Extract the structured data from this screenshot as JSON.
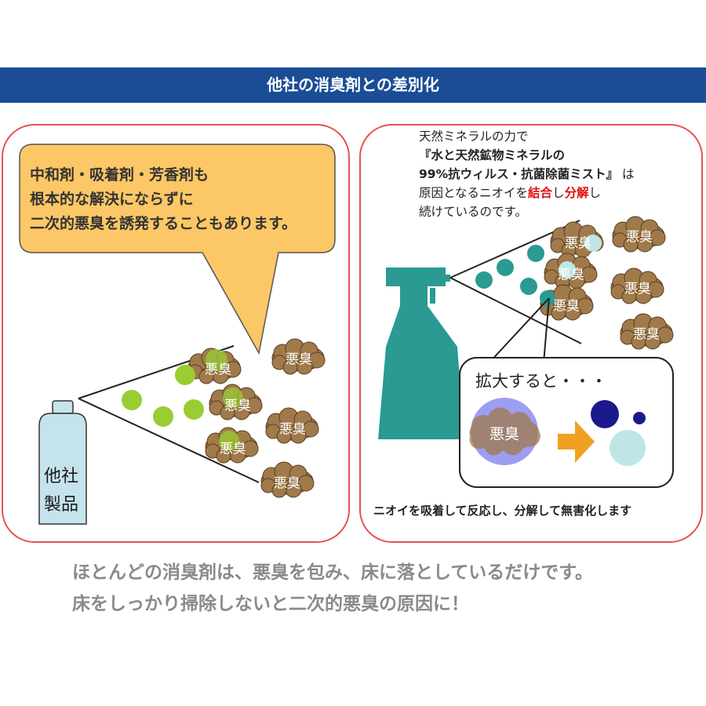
{
  "banner_title": "他社の消臭剤との差別化",
  "left": {
    "bubble_lines": [
      "中和剤・吸着剤・芳香剤も",
      "根本的な解決にならずに",
      "二次的悪臭を誘発することもあります。"
    ],
    "bottle_label_line1": "他社",
    "bottle_label_line2": "製品",
    "odor_label": "悪臭"
  },
  "right": {
    "intro_line1": "天然ミネラルの力で",
    "intro_line2": "『水と天然鉱物ミネラルの",
    "intro_line3": "99%抗ウィルス・抗菌除菌ミスト』",
    "intro_line3_suffix": "は",
    "intro_line4_pre": "原因となるニオイを",
    "intro_line4_hl1": "結合",
    "intro_line4_mid": "し",
    "intro_line4_hl2": "分解",
    "intro_line4_post": "し",
    "intro_line5": "続けているのです。",
    "zoom_title": "拡大すると・・・",
    "odor_label": "悪臭",
    "caption": "ニオイを吸着して反応し、分解して無害化します"
  },
  "footer": {
    "line1": "ほとんどの消臭剤は、悪臭を包み、床に落としているだけです。",
    "line2": "床をしっかり掃除しないと二次的悪臭の原因に！"
  },
  "colors": {
    "banner": "#1a4d96",
    "panel_border": "#e8524f",
    "speech_bubble": "#fcc766",
    "odor_cloud": "#a07a4a",
    "green_particle": "#9acd32",
    "teal_particle": "#2a9a92",
    "spray_bottle": "#2a9a92",
    "other_bottle": "#c5e3ec",
    "arrow": "#f0a020",
    "red_highlight": "#e01010"
  }
}
